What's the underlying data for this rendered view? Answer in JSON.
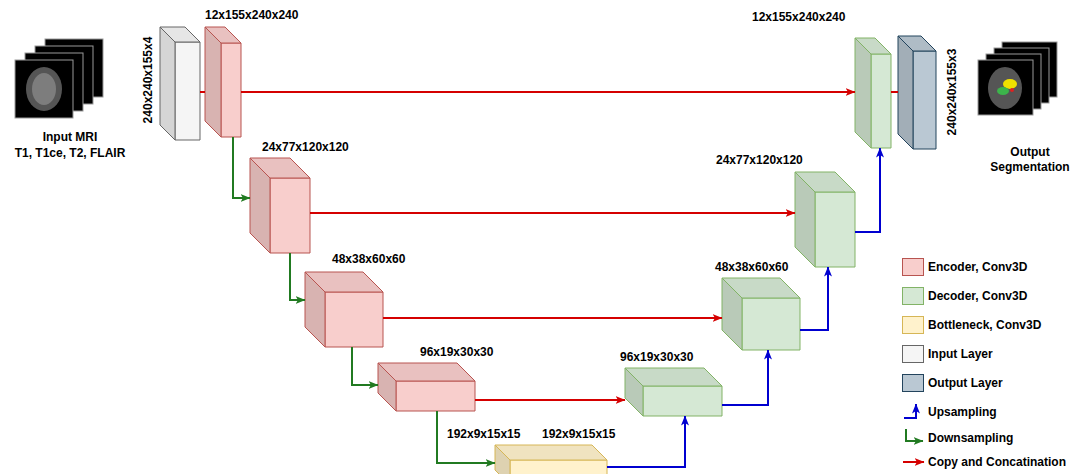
{
  "diagram": {
    "nodes": [
      {
        "text": [
          "240x240x155x4"
        ]
      },
      {
        "text": [
          "12x155x240x240"
        ]
      },
      {
        "text": [
          "24x77x120x120"
        ]
      },
      {
        "text": [
          "48x38x60x60"
        ]
      },
      {
        "text": [
          "96x19x30x30"
        ]
      },
      {
        "text": [
          "192x9x15x15",
          "192x9x15x15"
        ]
      },
      {
        "text": [
          "96x19x30x30"
        ]
      },
      {
        "text": [
          "48x38x60x60"
        ]
      },
      {
        "text": [
          "24x77x120x120"
        ]
      },
      {
        "text": [
          "12x155x240x240"
        ]
      },
      {
        "text": [
          "240x240x155x3"
        ]
      }
    ],
    "edges": [
      {
        "from": 0,
        "to": 1,
        "arrow": "none"
      },
      {
        "from": 1,
        "to": 2,
        "arrow": "to"
      },
      {
        "from": 2,
        "to": 3,
        "arrow": "to"
      },
      {
        "from": 3,
        "to": 4,
        "arrow": "to"
      },
      {
        "from": 4,
        "to": 5,
        "arrow": "to"
      },
      {
        "from": 1,
        "to": 9,
        "arrow": "to"
      },
      {
        "from": 2,
        "to": 8,
        "arrow": "to"
      },
      {
        "from": 3,
        "to": 7,
        "arrow": "to"
      },
      {
        "from": 4,
        "to": 6,
        "arrow": "to"
      },
      {
        "from": 5,
        "to": 6,
        "arrow": "to"
      },
      {
        "from": 6,
        "to": 7,
        "arrow": "to"
      },
      {
        "from": 7,
        "to": 8,
        "arrow": "to"
      },
      {
        "from": 8,
        "to": 9,
        "arrow": "to"
      },
      {
        "from": 9,
        "to": 10,
        "arrow": "none"
      }
    ],
    "labels": [
      "Input MRI",
      "T1, T1ce, T2, FLAIR",
      "Output Segmentation"
    ],
    "legend": [
      {
        "text": "Encoder, Conv3D",
        "color": "#f8cecc"
      },
      {
        "text": "Decoder, Conv3D",
        "color": "#d5e8d4"
      },
      {
        "text": "Bottleneck, Conv3D",
        "color": "#fff2cc"
      },
      {
        "text": "Input Layer",
        "color": "#f5f5f5"
      },
      {
        "text": "Output Layer",
        "color": "#bac8d3"
      },
      {
        "text": "Upsampling"
      },
      {
        "text": "Downsampling"
      },
      {
        "text": "Copy and Concatination"
      }
    ]
  }
}
